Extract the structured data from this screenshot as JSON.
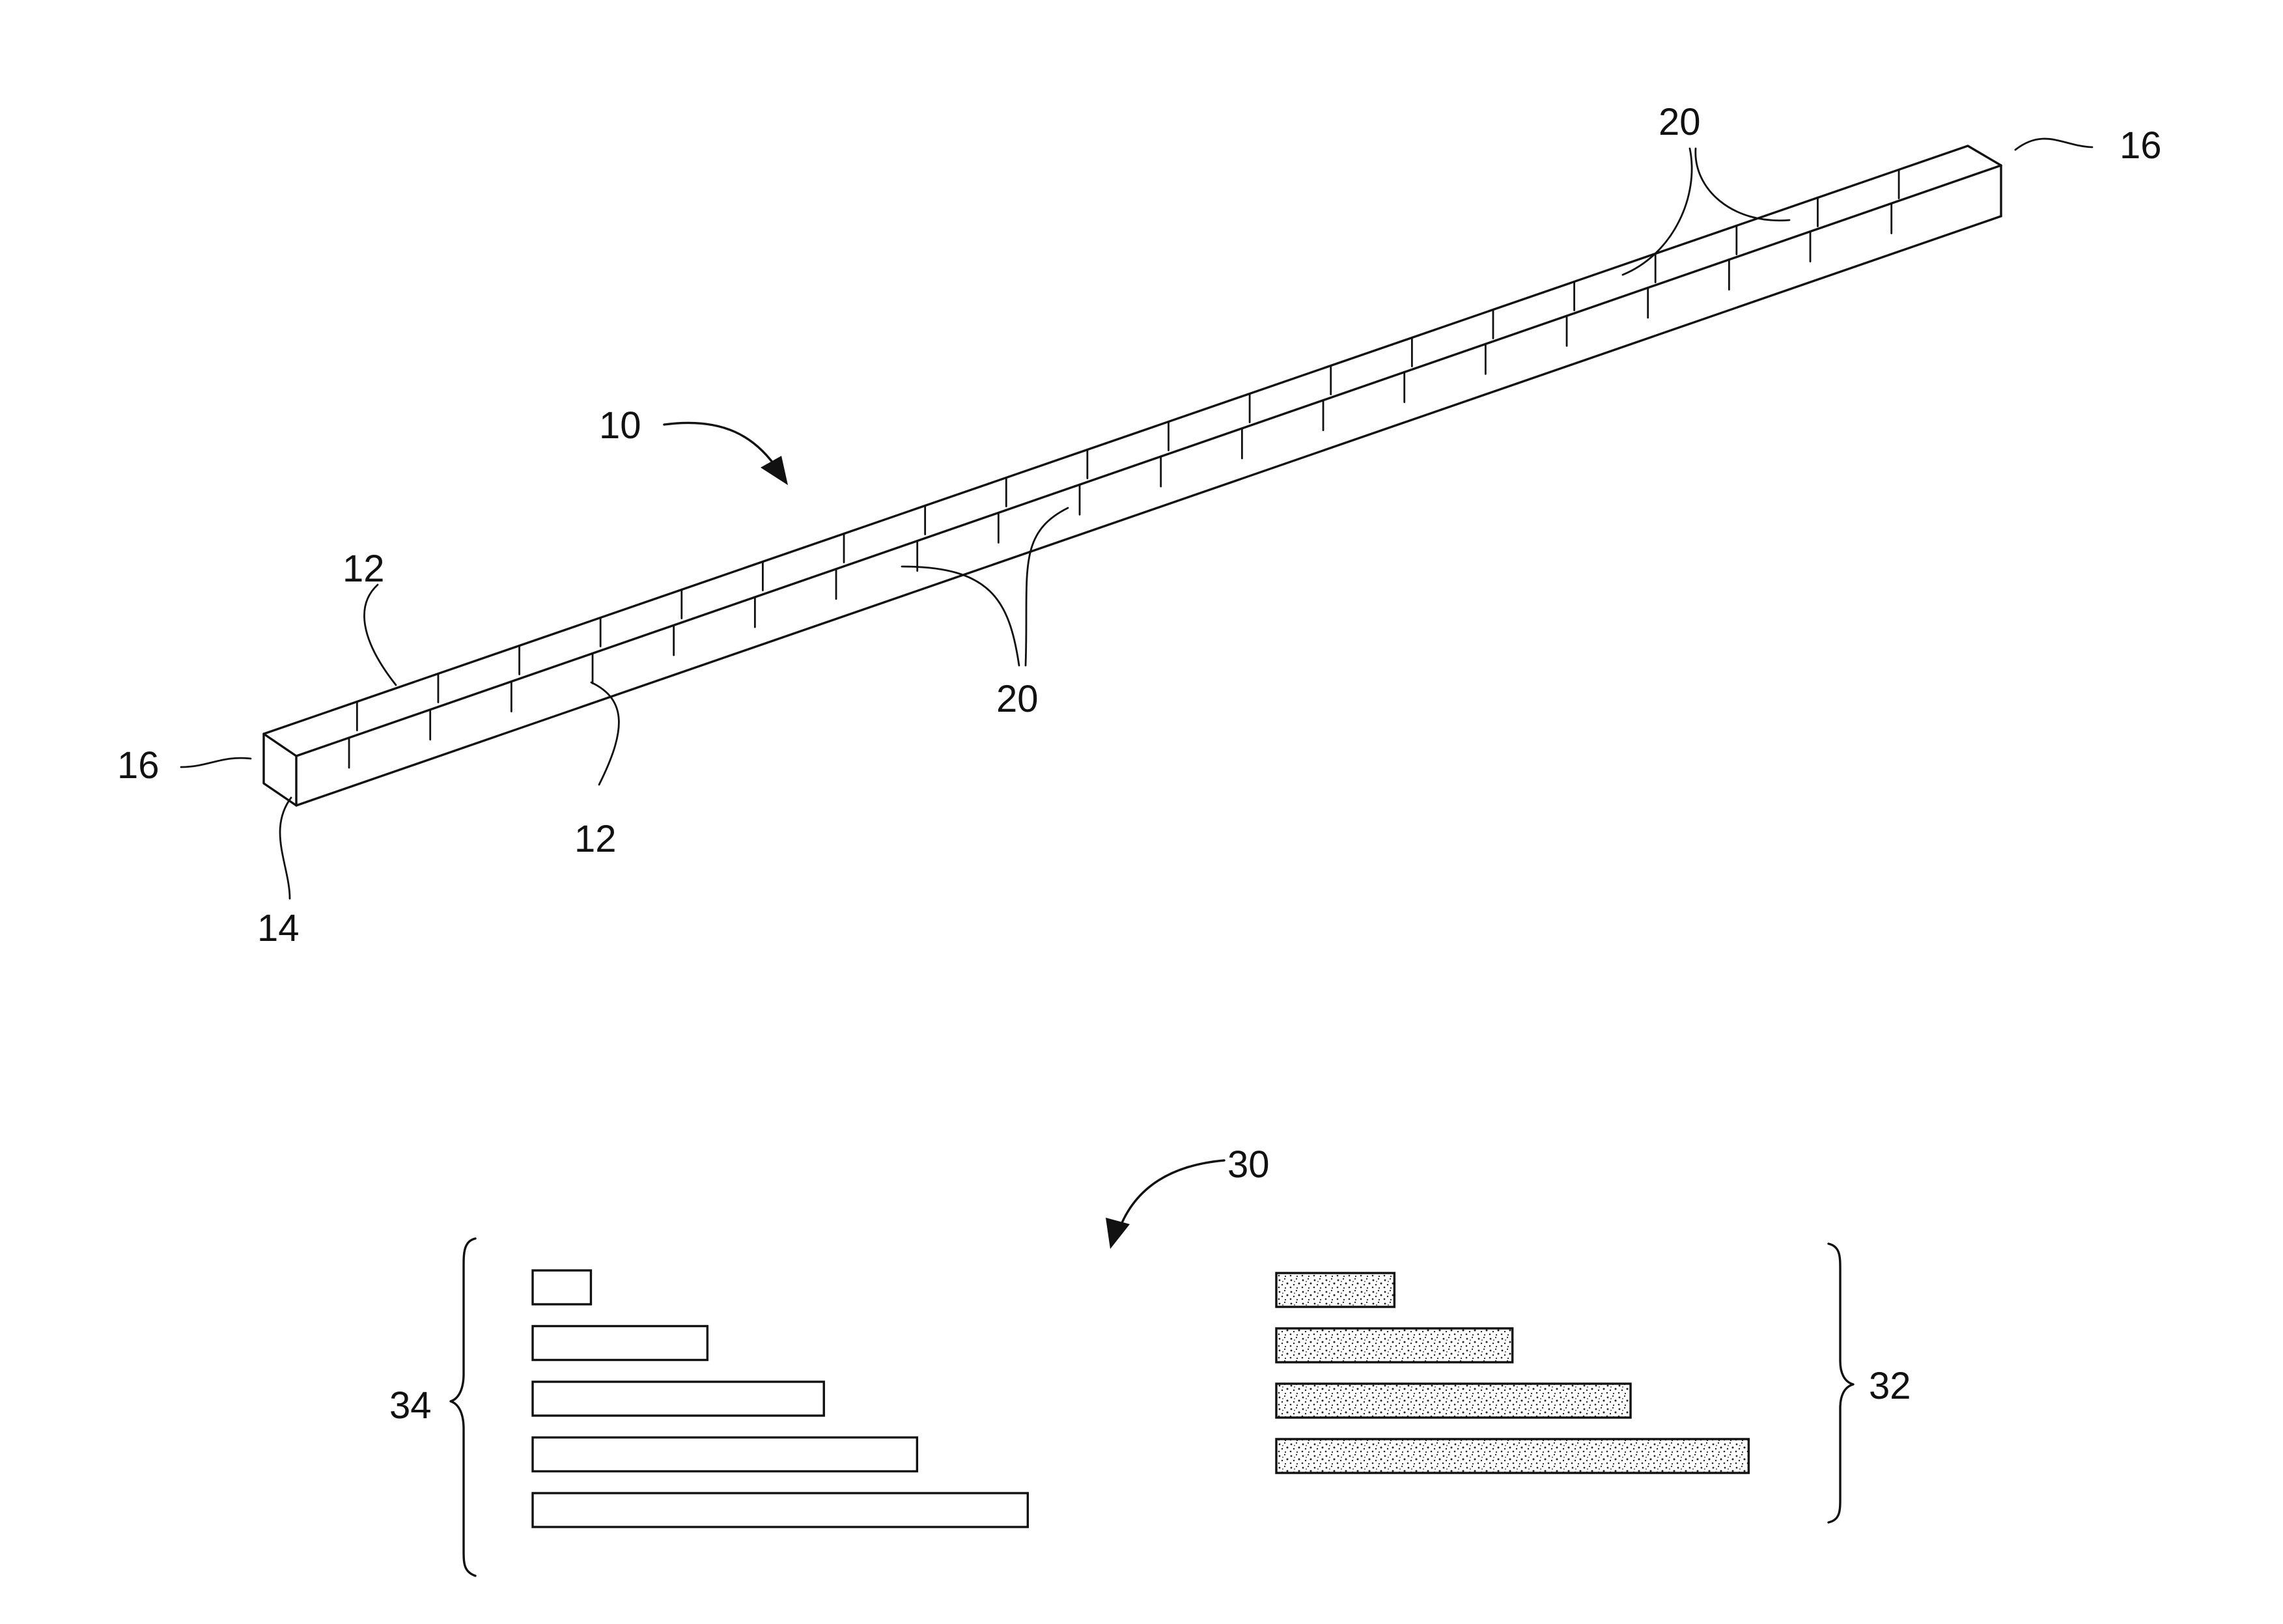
{
  "figure": {
    "labels": {
      "ref_10": "10",
      "ref_12_top": "12",
      "ref_12_bottom": "12",
      "ref_14": "14",
      "ref_16_left": "16",
      "ref_16_right": "16",
      "ref_20_top": "20",
      "ref_20_middle": "20",
      "ref_30": "30",
      "ref_32": "32",
      "ref_34": "34"
    },
    "plain_segment_group": {
      "reference": "34",
      "segment_count": 5,
      "relative_lengths": [
        1,
        3,
        5,
        6.6,
        8.5
      ]
    },
    "stippled_segment_group": {
      "reference": "32",
      "segment_count": 4,
      "relative_lengths": [
        2,
        4,
        6,
        8
      ]
    },
    "colors": {
      "ink": "#111111",
      "paper": "#ffffff"
    }
  }
}
